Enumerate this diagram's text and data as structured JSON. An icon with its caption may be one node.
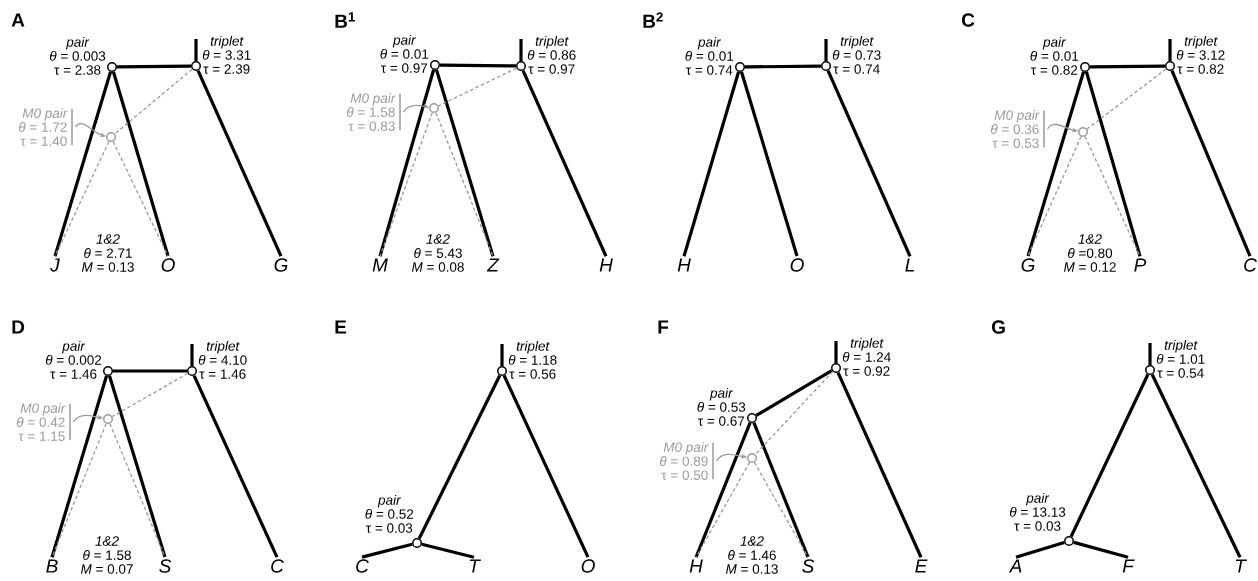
{
  "diagram": {
    "nodes": [
      {
        "text": [],
        "shape": "circle",
        "beside": [
          "pair",
          "*θ* = 0.003",
          "τ = 2.38"
        ]
      },
      {
        "text": [],
        "shape": "circle",
        "beside": [
          "triplet",
          "*θ* = 3.31",
          "τ = 2.39"
        ]
      },
      {
        "text": [
          "M0 pair",
          "*θ* = 1.72",
          "τ = 1.40"
        ]
      },
      {
        "text": [],
        "shape": "circle"
      },
      {
        "text": [
          "J"
        ]
      },
      {
        "text": [
          "O"
        ]
      },
      {
        "text": [
          "G"
        ]
      },
      {
        "text": [],
        "shape": "circle",
        "beside": [
          "pair",
          "*θ* = 0.01",
          "τ = 0.97"
        ]
      },
      {
        "text": [],
        "shape": "circle",
        "beside": [
          "triplet",
          "*θ* = 0.86",
          "τ = 0.97"
        ]
      },
      {
        "text": [
          "M0 pair",
          "*θ* = 1.58",
          "τ = 0.83"
        ]
      },
      {
        "text": [],
        "shape": "circle"
      },
      {
        "text": [
          "M"
        ]
      },
      {
        "text": [
          "Z"
        ]
      },
      {
        "text": [
          "H"
        ]
      },
      {
        "text": [],
        "shape": "circle",
        "beside": [
          "pair",
          "*θ* = 0.01",
          "τ = 0.74"
        ]
      },
      {
        "text": [],
        "shape": "circle",
        "beside": [
          "triplet",
          "*θ* = 0.73",
          "τ = 0.74"
        ]
      },
      {
        "text": [
          "H"
        ]
      },
      {
        "text": [
          "O"
        ]
      },
      {
        "text": [
          "L"
        ]
      },
      {
        "text": [],
        "shape": "circle",
        "beside": [
          "pair",
          "*θ* = 0.01",
          "τ = 0.82"
        ]
      },
      {
        "text": [],
        "shape": "circle",
        "beside": [
          "triplet",
          "*θ* = 3.12",
          "τ = 0.82"
        ]
      },
      {
        "text": [
          "M0 pair",
          "*θ* = 0.36",
          "τ = 0.53"
        ]
      },
      {
        "text": [],
        "shape": "circle"
      },
      {
        "text": [
          "G"
        ]
      },
      {
        "text": [
          "P"
        ]
      },
      {
        "text": [
          "C"
        ]
      },
      {
        "text": [],
        "shape": "circle",
        "beside": [
          "pair",
          "*θ* = 0.002",
          "τ = 1.46"
        ]
      },
      {
        "text": [],
        "shape": "circle",
        "beside": [
          "triplet",
          "*θ* = 4.10",
          "τ = 1.46"
        ]
      },
      {
        "text": [
          "M0 pair",
          "*θ* = 0.42",
          "τ = 1.15"
        ]
      },
      {
        "text": [],
        "shape": "circle"
      },
      {
        "text": [
          "B"
        ]
      },
      {
        "text": [
          "S"
        ]
      },
      {
        "text": [
          "C"
        ]
      },
      {
        "text": [],
        "shape": "circle",
        "beside": [
          "triplet",
          "*θ* = 1.18",
          "τ = 0.56"
        ]
      },
      {
        "text": [],
        "shape": "circle",
        "beside": [
          "pair",
          "*θ* = 0.52",
          "τ = 0.03"
        ]
      },
      {
        "text": [
          "C"
        ]
      },
      {
        "text": [
          "T"
        ]
      },
      {
        "text": [
          "O"
        ]
      },
      {
        "text": [],
        "shape": "circle",
        "beside": [
          "triplet",
          "*θ* = 1.24",
          "τ = 0.92"
        ]
      },
      {
        "text": [],
        "shape": "circle",
        "beside": [
          "pair",
          "*θ* = 0.53",
          "τ = 0.67"
        ]
      },
      {
        "text": [
          "M0 pair",
          "*θ* = 0.89",
          "τ = 0.50"
        ]
      },
      {
        "text": [],
        "shape": "circle"
      },
      {
        "text": [
          "H"
        ]
      },
      {
        "text": [
          "S"
        ]
      },
      {
        "text": [
          "E"
        ]
      },
      {
        "text": [],
        "shape": "circle",
        "beside": [
          "triplet",
          "*θ* = 1.01",
          "τ = 0.54"
        ]
      },
      {
        "text": [],
        "shape": "circle",
        "beside": [
          "pair",
          "*θ* = 13.13",
          "τ = 0.03"
        ]
      },
      {
        "text": [
          "A"
        ]
      },
      {
        "text": [
          "F"
        ]
      },
      {
        "text": [
          "T"
        ]
      }
    ],
    "edges": [
      {
        "from": 1,
        "to": 0,
        "arrow": "none"
      },
      {
        "from": 1,
        "to": 6,
        "arrow": "none"
      },
      {
        "from": 0,
        "to": 4,
        "arrow": "none"
      },
      {
        "from": 0,
        "to": 5,
        "arrow": "none"
      },
      {
        "from": 1,
        "to": 3,
        "arrow": "none",
        "style": "dashed",
        "color": "#999999"
      },
      {
        "from": 3,
        "to": 4,
        "arrow": "none",
        "style": "dashed",
        "color": "#999999"
      },
      {
        "from": 3,
        "to": 5,
        "arrow": "none",
        "style": "dashed",
        "color": "#999999"
      },
      {
        "from": 2,
        "to": 3,
        "arrow": "to",
        "color": "#999999"
      },
      {
        "from": 8,
        "to": 7,
        "arrow": "none"
      },
      {
        "from": 8,
        "to": 13,
        "arrow": "none"
      },
      {
        "from": 7,
        "to": 11,
        "arrow": "none"
      },
      {
        "from": 7,
        "to": 12,
        "arrow": "none"
      },
      {
        "from": 8,
        "to": 10,
        "arrow": "none",
        "style": "dashed",
        "color": "#999999"
      },
      {
        "from": 10,
        "to": 11,
        "arrow": "none",
        "style": "dashed",
        "color": "#999999"
      },
      {
        "from": 10,
        "to": 12,
        "arrow": "none",
        "style": "dashed",
        "color": "#999999"
      },
      {
        "from": 9,
        "to": 10,
        "arrow": "to",
        "color": "#999999"
      },
      {
        "from": 15,
        "to": 14,
        "arrow": "none"
      },
      {
        "from": 15,
        "to": 18,
        "arrow": "none"
      },
      {
        "from": 14,
        "to": 16,
        "arrow": "none"
      },
      {
        "from": 14,
        "to": 17,
        "arrow": "none"
      },
      {
        "from": 20,
        "to": 19,
        "arrow": "none"
      },
      {
        "from": 20,
        "to": 25,
        "arrow": "none"
      },
      {
        "from": 19,
        "to": 23,
        "arrow": "none"
      },
      {
        "from": 19,
        "to": 24,
        "arrow": "none"
      },
      {
        "from": 20,
        "to": 22,
        "arrow": "none",
        "style": "dashed",
        "color": "#999999"
      },
      {
        "from": 22,
        "to": 23,
        "arrow": "none",
        "style": "dashed",
        "color": "#999999"
      },
      {
        "from": 22,
        "to": 24,
        "arrow": "none",
        "style": "dashed",
        "color": "#999999"
      },
      {
        "from": 21,
        "to": 22,
        "arrow": "to",
        "color": "#999999"
      },
      {
        "from": 27,
        "to": 26,
        "arrow": "none"
      },
      {
        "from": 27,
        "to": 32,
        "arrow": "none"
      },
      {
        "from": 26,
        "to": 30,
        "arrow": "none"
      },
      {
        "from": 26,
        "to": 31,
        "arrow": "none"
      },
      {
        "from": 27,
        "to": 29,
        "arrow": "none",
        "style": "dashed",
        "color": "#999999"
      },
      {
        "from": 29,
        "to": 30,
        "arrow": "none",
        "style": "dashed",
        "color": "#999999"
      },
      {
        "from": 29,
        "to": 31,
        "arrow": "none",
        "style": "dashed",
        "color": "#999999"
      },
      {
        "from": 28,
        "to": 29,
        "arrow": "to",
        "color": "#999999"
      },
      {
        "from": 33,
        "to": 34,
        "arrow": "none"
      },
      {
        "from": 33,
        "to": 37,
        "arrow": "none"
      },
      {
        "from": 34,
        "to": 35,
        "arrow": "none"
      },
      {
        "from": 34,
        "to": 36,
        "arrow": "none"
      },
      {
        "from": 38,
        "to": 39,
        "arrow": "none"
      },
      {
        "from": 38,
        "to": 44,
        "arrow": "none"
      },
      {
        "from": 39,
        "to": 42,
        "arrow": "none"
      },
      {
        "from": 39,
        "to": 43,
        "arrow": "none"
      },
      {
        "from": 38,
        "to": 41,
        "arrow": "none",
        "style": "dashed",
        "color": "#999999"
      },
      {
        "from": 41,
        "to": 42,
        "arrow": "none",
        "style": "dashed",
        "color": "#999999"
      },
      {
        "from": 41,
        "to": 43,
        "arrow": "none",
        "style": "dashed",
        "color": "#999999"
      },
      {
        "from": 40,
        "to": 41,
        "arrow": "to",
        "color": "#999999"
      },
      {
        "from": 45,
        "to": 46,
        "arrow": "none"
      },
      {
        "from": 45,
        "to": 49,
        "arrow": "none"
      },
      {
        "from": 46,
        "to": 47,
        "arrow": "none"
      },
      {
        "from": 46,
        "to": 48,
        "arrow": "none"
      }
    ],
    "labels": [
      "A",
      "1&2",
      "*θ* = 2.71",
      "*M* = 0.13",
      "B$^{1}$",
      "1&2",
      "*θ* = 5.43",
      "*M* = 0.08",
      "B$^{2}$",
      "C",
      "1&2",
      "*θ* =0.80",
      "*M* = 0.12",
      "D",
      "1&2",
      "*θ* = 1.58",
      "*M* = 0.07",
      "E",
      "F",
      "1&2",
      "*θ* = 1.46",
      "*M* = 0.13",
      "G"
    ]
  }
}
